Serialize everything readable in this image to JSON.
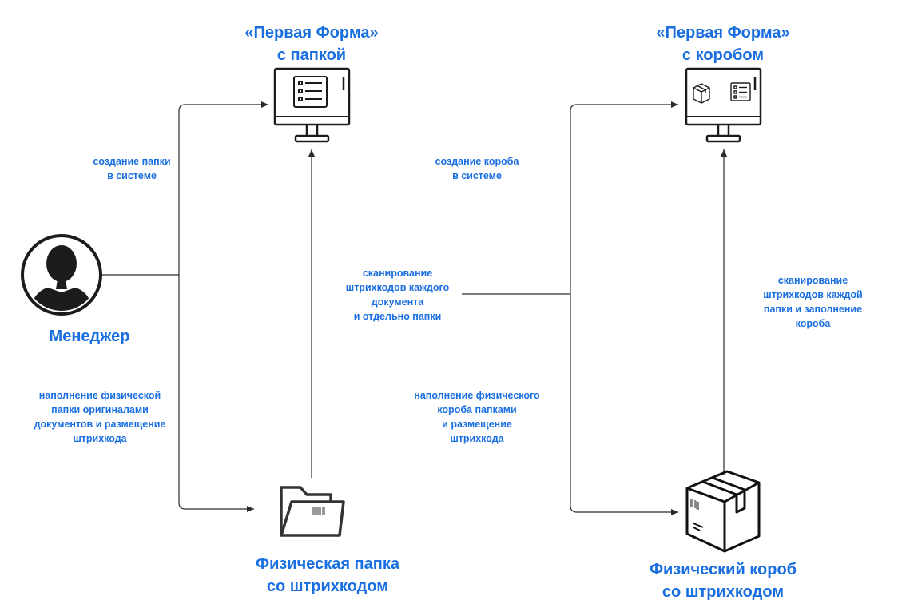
{
  "colors": {
    "accent": "#1a6fe0",
    "line": "#2b2b2b",
    "icon": "#1c1c1c"
  },
  "nodes": {
    "form_folder": {
      "title_1": "«Первая Форма»",
      "title_2": "с папкой",
      "icon": "monitor-with-list-icon"
    },
    "form_box": {
      "title_1": "«Первая Форма»",
      "title_2": "с коробом",
      "icon": "monitor-with-box-and-list-icon"
    },
    "manager": {
      "label": "Менеджер",
      "icon": "user-avatar-icon"
    },
    "physical_folder": {
      "label_1": "Физическая папка",
      "label_2": "со штрихкодом",
      "icon": "folder-with-barcode-icon"
    },
    "physical_box": {
      "label_1": "Физический короб",
      "label_2": "со штрихкодом",
      "icon": "box-with-barcode-icon"
    }
  },
  "edges": {
    "create_folder": {
      "lines": [
        "создание папки",
        "в системе"
      ]
    },
    "fill_folder": {
      "lines": [
        "наполнение физической",
        "папки оригиналами",
        "документов и размещение",
        "штрихкода"
      ]
    },
    "scan_docs": {
      "lines": [
        "сканирование",
        "штрихкодов каждого",
        "документа",
        "и отдельно папки"
      ]
    },
    "create_box": {
      "lines": [
        "создание короба",
        "в системе"
      ]
    },
    "fill_box": {
      "lines": [
        "наполнение физического",
        "короба папками",
        "и размещение",
        "штрихкода"
      ]
    },
    "scan_folders": {
      "lines": [
        "сканирование",
        "штрихкодов каждой",
        "папки и заполнение",
        "короба"
      ]
    }
  }
}
